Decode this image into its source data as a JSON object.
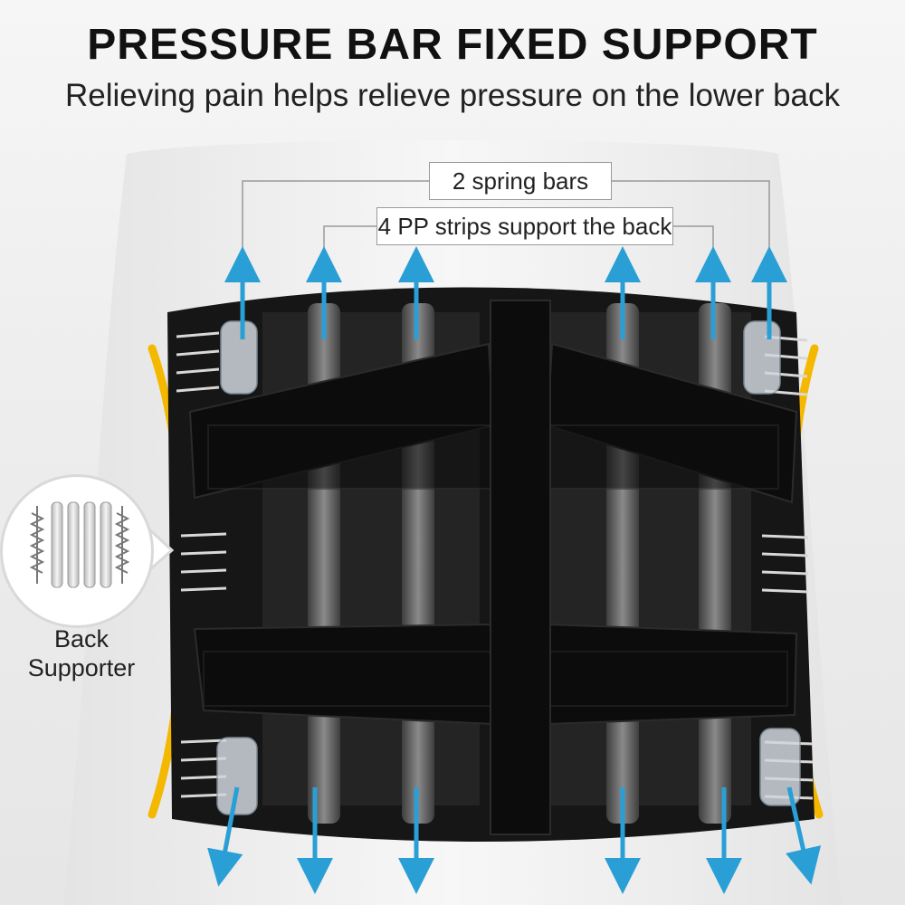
{
  "header": {
    "title": "PRESSURE BAR FIXED SUPPORT",
    "subtitle": "Relieving pain helps relieve pressure on the lower back"
  },
  "callouts": {
    "spring_bars": "2 spring bars",
    "pp_strips": "4 PP strips support the back"
  },
  "inset": {
    "caption_line1": "Back",
    "caption_line2": "Supporter"
  },
  "colors": {
    "arrow": "#2a9fd6",
    "accent_glow": "#f5b800",
    "belt": "#161616",
    "strap": "#0c0c0c",
    "stay_grey": "#5e5e5e"
  },
  "icons": [
    "arrow-up-icon",
    "arrow-down-icon",
    "spring-icon"
  ]
}
